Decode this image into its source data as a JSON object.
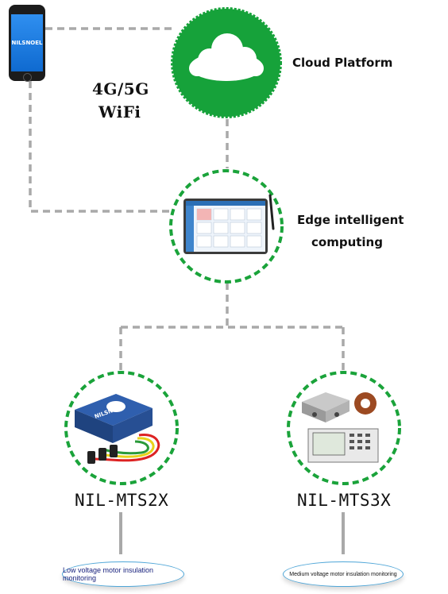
{
  "phone": {
    "brand": "NILSNOEL"
  },
  "network": {
    "line1": "4G/5G",
    "line2": "WiFi"
  },
  "cloud": {
    "label": "Cloud Platform"
  },
  "edge": {
    "label_line1": "Edge intelligent",
    "label_line2": "computing"
  },
  "devices": [
    {
      "name": "NIL-MTS2X",
      "brand": "NILSNOEL",
      "application": "Low voltage motor insulation monitoring"
    },
    {
      "name": "NIL-MTS3X",
      "application": "Medium voltage motor insulation monitoring"
    }
  ],
  "colors": {
    "ring": "#1aa33a",
    "cloud_fill": "#16a23a",
    "connector": "#a9a9a9",
    "app_border": "#4ea6d8"
  }
}
